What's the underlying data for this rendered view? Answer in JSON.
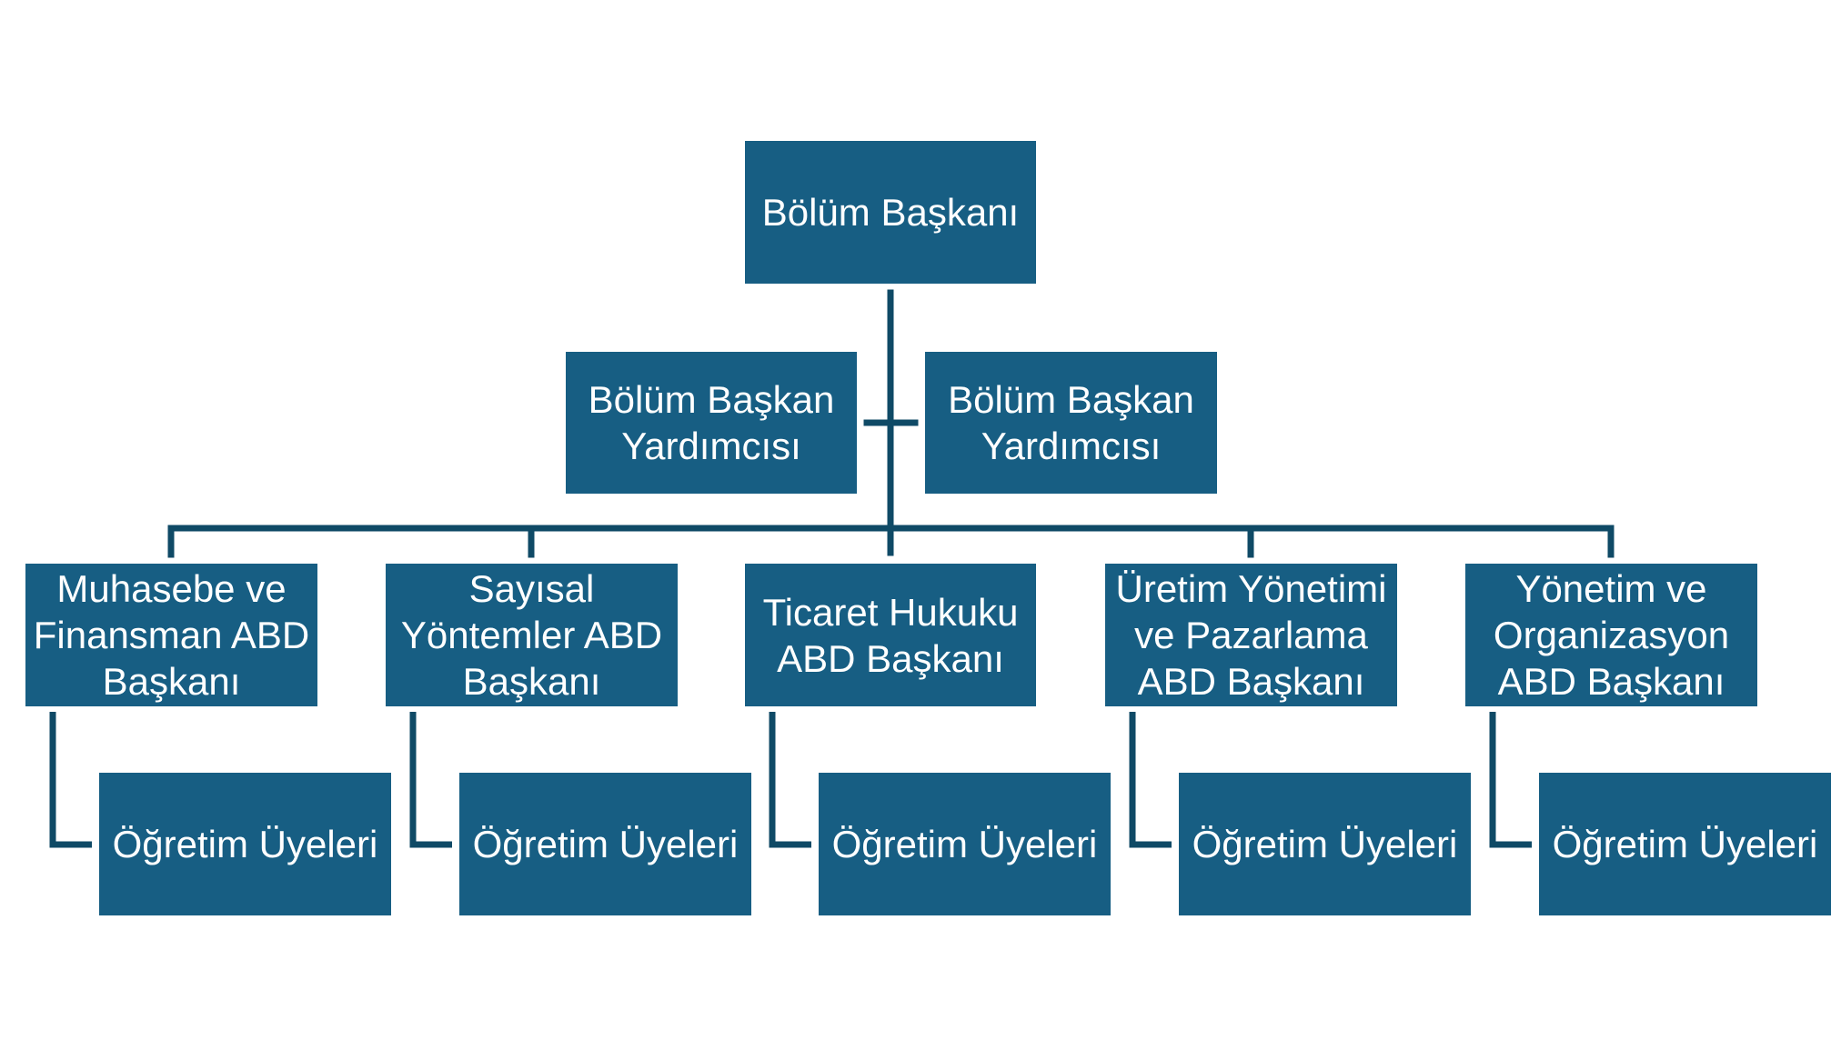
{
  "org_chart": {
    "head": {
      "label": "Bölüm Başkanı"
    },
    "assistants": [
      {
        "label": "Bölüm Başkan\nYardımcısı"
      },
      {
        "label": "Bölüm Başkan\nYardımcısı"
      }
    ],
    "departments": [
      {
        "label": "Muhasebe ve\nFinansman ABD\nBaşkanı",
        "members": "Öğretim Üyeleri"
      },
      {
        "label": "Sayısal\nYöntemler ABD\nBaşkanı",
        "members": "Öğretim Üyeleri"
      },
      {
        "label": "Ticaret Hukuku\nABD Başkanı",
        "members": "Öğretim Üyeleri"
      },
      {
        "label": "Üretim Yönetimi\nve Pazarlama\nABD Başkanı",
        "members": "Öğretim Üyeleri"
      },
      {
        "label": "Yönetim ve\nOrganizasyon\nABD Başkanı",
        "members": "Öğretim Üyeleri"
      }
    ],
    "colors": {
      "box_fill": "#175e83",
      "connector": "#0f4a66",
      "text": "#ffffff",
      "background": "#ffffff"
    }
  }
}
